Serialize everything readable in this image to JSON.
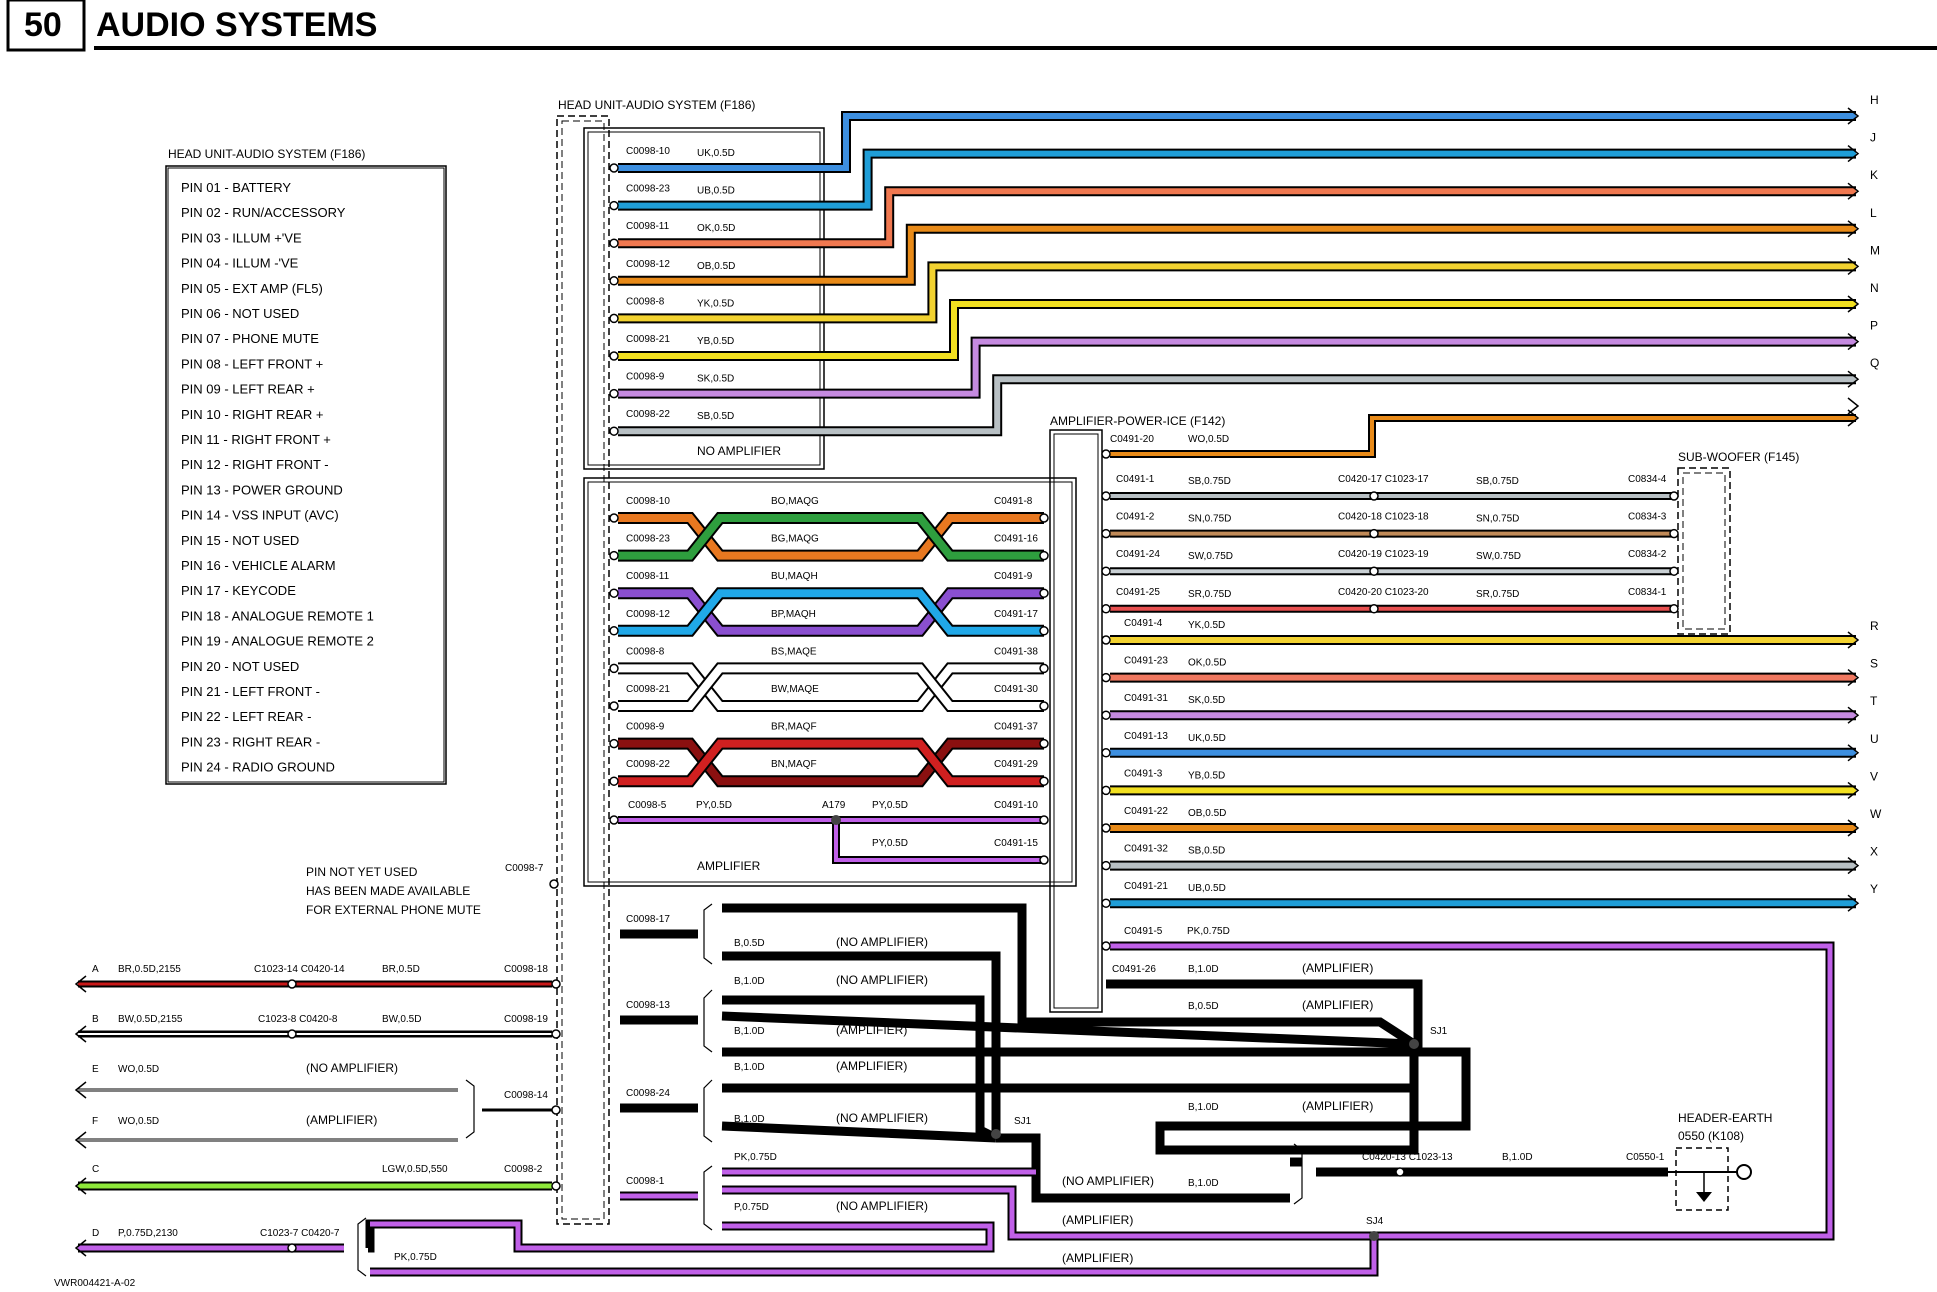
{
  "header": {
    "page_number": "50",
    "title": "AUDIO SYSTEMS"
  },
  "pin_box": {
    "title": "HEAD UNIT-AUDIO SYSTEM (F186)",
    "pins": [
      "PIN 01 - BATTERY",
      "PIN 02 - RUN/ACCESSORY",
      "PIN 03 - ILLUM +'VE",
      "PIN 04 - ILLUM -'VE",
      "PIN 05 - EXT AMP (FL5)",
      "PIN 06 - NOT USED",
      "PIN 07 - PHONE MUTE",
      "PIN 08 - LEFT FRONT +",
      "PIN 09 - LEFT REAR +",
      "PIN 10 - RIGHT REAR +",
      "PIN 11 - RIGHT FRONT +",
      "PIN 12 - RIGHT FRONT -",
      "PIN 13 - POWER GROUND",
      "PIN 14 - VSS INPUT (AVC)",
      "PIN 15 - NOT USED",
      "PIN 16 - VEHICLE ALARM",
      "PIN 17 - KEYCODE",
      "PIN 18 - ANALOGUE REMOTE 1",
      "PIN 19 - ANALOGUE REMOTE 2",
      "PIN 20 - NOT USED",
      "PIN 21 - LEFT FRONT -",
      "PIN 22 - LEFT REAR -",
      "PIN 23 - RIGHT REAR -",
      "PIN 24 - RADIO GROUND"
    ]
  },
  "head_unit": {
    "title": "HEAD UNIT-AUDIO SYSTEM (F186)",
    "no_amp_label": "NO AMPLIFIER",
    "amp_label": "AMPLIFIER",
    "connector_c0098_7": "C0098-7"
  },
  "top_wires": [
    {
      "pin": "C0098-10",
      "spec": "UK,0.5D",
      "end": "H",
      "color": "#3d8fe0"
    },
    {
      "pin": "C0098-23",
      "spec": "UB,0.5D",
      "end": "J",
      "color": "#1f9ed8"
    },
    {
      "pin": "C0098-11",
      "spec": "OK,0.5D",
      "end": "K",
      "color": "#f07850"
    },
    {
      "pin": "C0098-12",
      "spec": "OB,0.5D",
      "end": "L",
      "color": "#e88a18"
    },
    {
      "pin": "C0098-8",
      "spec": "YK,0.5D",
      "end": "M",
      "color": "#f2d230"
    },
    {
      "pin": "C0098-21",
      "spec": "YB,0.5D",
      "end": "N",
      "color": "#f2e020"
    },
    {
      "pin": "C0098-9",
      "spec": "SK,0.5D",
      "end": "P",
      "color": "#c58ae0"
    },
    {
      "pin": "C0098-22",
      "spec": "SB,0.5D",
      "end": "Q",
      "color": "#b8c0c4"
    }
  ],
  "amp_wires": [
    {
      "left": "C0098-10",
      "spec": "BO,MAQG",
      "right": "C0491-8",
      "color": "#e87820"
    },
    {
      "left": "C0098-23",
      "spec": "BG,MAQG",
      "right": "C0491-16",
      "color": "#2e9e3e"
    },
    {
      "left": "C0098-11",
      "spec": "BU,MAQH",
      "right": "C0491-9",
      "color": "#8a4fd0"
    },
    {
      "left": "C0098-12",
      "spec": "BP,MAQH",
      "right": "C0491-17",
      "color": "#20a8e8"
    },
    {
      "left": "C0098-8",
      "spec": "BS,MAQE",
      "right": "C0491-38",
      "color": "#ffffff"
    },
    {
      "left": "C0098-21",
      "spec": "BW,MAQE",
      "right": "C0491-30",
      "color": "#ffffff"
    },
    {
      "left": "C0098-9",
      "spec": "BR,MAQF",
      "right": "C0491-37",
      "color": "#8a1010"
    },
    {
      "left": "C0098-22",
      "spec": "BN,MAQF",
      "right": "C0491-29",
      "color": "#d02020"
    }
  ],
  "amp_py": {
    "left": "C0098-5",
    "spec": "PY,0.5D",
    "splice": "A179",
    "spec2": "PY,0.5D",
    "right1": "C0491-10",
    "spec3": "PY,0.5D",
    "right2": "C0491-15"
  },
  "amplifier_power": {
    "title": "AMPLIFIER-POWER-ICE (F142)",
    "c0491_20": "C0491-20",
    "wo_spec": "WO,0.5D",
    "sub_title": "SUB-WOOFER (F145)",
    "sub_wires": [
      {
        "left": "C0491-1",
        "spec": "SB,0.75D",
        "mid": "C0420-17 C1023-17",
        "spec2": "SB,0.75D",
        "right": "C0834-4",
        "color": "#b8c0c4"
      },
      {
        "left": "C0491-2",
        "spec": "SN,0.75D",
        "mid": "C0420-18 C1023-18",
        "spec2": "SN,0.75D",
        "right": "C0834-3",
        "color": "#c08a58"
      },
      {
        "left": "C0491-24",
        "spec": "SW,0.75D",
        "mid": "C0420-19 C1023-19",
        "spec2": "SW,0.75D",
        "right": "C0834-2",
        "color": "#c9d0d4"
      },
      {
        "left": "C0491-25",
        "spec": "SR,0.75D",
        "mid": "C0420-20 C1023-20",
        "spec2": "SR,0.75D",
        "right": "C0834-1",
        "color": "#e85050"
      }
    ]
  },
  "right_wires": [
    {
      "pin": "C0491-4",
      "spec": "YK,0.5D",
      "end": "R",
      "color": "#f2d230"
    },
    {
      "pin": "C0491-23",
      "spec": "OK,0.5D",
      "end": "S",
      "color": "#f07860"
    },
    {
      "pin": "C0491-31",
      "spec": "SK,0.5D",
      "end": "T",
      "color": "#c58ae0"
    },
    {
      "pin": "C0491-13",
      "spec": "UK,0.5D",
      "end": "U",
      "color": "#3d8fe0"
    },
    {
      "pin": "C0491-3",
      "spec": "YB,0.5D",
      "end": "V",
      "color": "#f2e020"
    },
    {
      "pin": "C0491-22",
      "spec": "OB,0.5D",
      "end": "W",
      "color": "#e88a18"
    },
    {
      "pin": "C0491-32",
      "spec": "SB,0.5D",
      "end": "X",
      "color": "#b8c0c4"
    },
    {
      "pin": "C0491-21",
      "spec": "UB,0.5D",
      "end": "Y",
      "color": "#1f9ed8"
    }
  ],
  "lower": {
    "c0491_5": "C0491-5",
    "pk_spec": "PK,0.75D",
    "c0491_26": "C0491-26",
    "b10": "B,1.0D",
    "b05": "B,0.5D",
    "amp": "(AMPLIFIER)",
    "no_amp": "(NO AMPLIFIER)",
    "sj1": "SJ1",
    "sj4": "SJ4",
    "c0098_17": "C0098-17",
    "c0098_13": "C0098-13",
    "c0098_24": "C0098-24",
    "c0098_1": "C0098-1",
    "pk075": "PK,0.75D",
    "p075": "P,0.75D",
    "earth_title": "HEADER-EARTH",
    "earth_sub": "0550 (K108)",
    "earth_conn": "C0420-13 C1023-13",
    "earth_spec": "B,1.0D",
    "earth_pin": "C0550-1"
  },
  "left_wires": {
    "a": {
      "letter": "A",
      "spec": "BR,0.5D,2155",
      "conn": "C1023-14 C0420-14",
      "spec2": "BR,0.5D",
      "pin": "C0098-18"
    },
    "b": {
      "letter": "B",
      "spec": "BW,0.5D,2155",
      "conn": "C1023-8 C0420-8",
      "spec2": "BW,0.5D",
      "pin": "C0098-19"
    },
    "e": {
      "letter": "E",
      "spec": "WO,0.5D",
      "note": "(NO AMPLIFIER)"
    },
    "f": {
      "letter": "F",
      "spec": "WO,0.5D",
      "note": "(AMPLIFIER)"
    },
    "ef_pin": "C0098-14",
    "c": {
      "letter": "C",
      "spec": "LGW,0.5D,550",
      "pin": "C0098-2"
    },
    "d": {
      "letter": "D",
      "spec": "P,0.75D,2130",
      "conn": "C1023-7 C0420-7",
      "spec2": "PK,0.75D"
    }
  },
  "phone_note": [
    "PIN NOT YET USED",
    "HAS BEEN MADE AVAILABLE",
    "FOR EXTERNAL PHONE MUTE"
  ],
  "footer_code": "VWR004421-A-02"
}
